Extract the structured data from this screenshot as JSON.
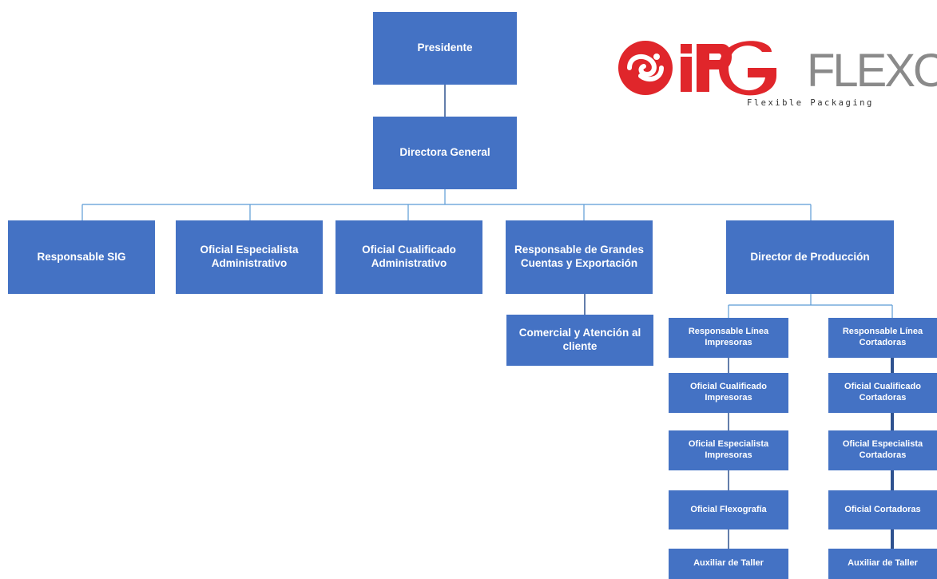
{
  "nodes": {
    "presidente": "Presidente",
    "directora_general": "Directora General",
    "responsable_sig": "Responsable SIG",
    "oficial_especialista_administrativo": "Oficial Especialista\nAdministrativo",
    "oficial_cualificado_administrativo": "Oficial  Cualificado\nAdministrativo",
    "responsable_grandes_cuentas": "Responsable de Grandes\nCuentas y Exportación",
    "director_produccion": "Director de Producción",
    "comercial_atencion": "Comercial y Atención al\ncliente",
    "resp_linea_impresoras": "Responsable  Línea\nImpresoras",
    "oficial_cualificado_impresoras": "Oficial Cualificado\nImpresoras",
    "oficial_especialista_impresoras": "Oficial Especialista\nImpresoras",
    "oficial_flexografia": "Oficial Flexografía",
    "auxiliar_taller_1": "Auxiliar de Taller",
    "resp_linea_cortadoras": "Responsable  Línea\nCortadoras",
    "oficial_cualificado_cortadoras": "Oficial Cualificado\nCortadoras",
    "oficial_especialista_cortadoras": "Oficial Especialista\nCortadoras",
    "oficial_cortadoras": "Oficial Cortadoras",
    "auxiliar_taller_2": "Auxiliar de Taller"
  },
  "logo": {
    "brand_prefix": "IPG",
    "brand_word": "FLEXO",
    "tagline": "Flexible Packaging",
    "brand_color": "#e0262b",
    "text_color": "#8a8a8a"
  },
  "colors": {
    "box_fill": "#4472c4",
    "box_text": "#ffffff",
    "connector_blue": "#5b9bd5",
    "connector_dark": "#2f528f"
  }
}
